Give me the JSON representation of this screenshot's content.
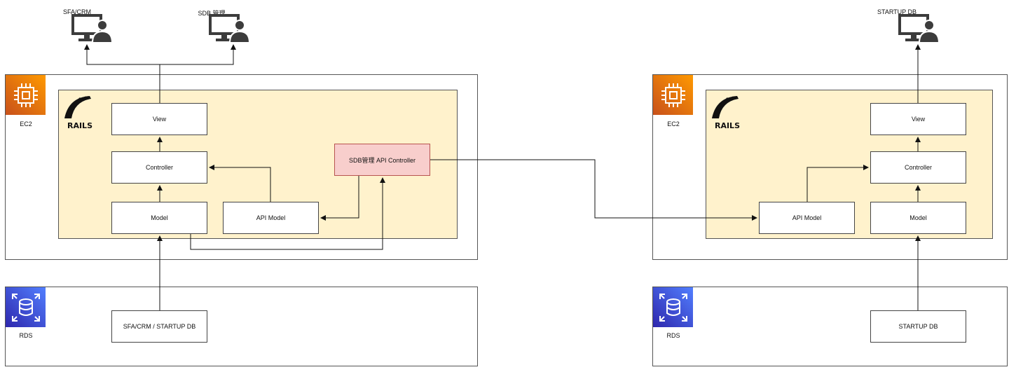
{
  "left": {
    "users": [
      {
        "label": "SFA/CRM",
        "icon": "user-computer-icon"
      },
      {
        "label": "SDB 管理",
        "icon": "user-computer-icon"
      }
    ],
    "ec2": {
      "label": "EC2",
      "icon": "ec2-icon"
    },
    "rails": {
      "icon": "rails-logo"
    },
    "view": "View",
    "controller": "Controller",
    "model": "Model",
    "api_model": "API Model",
    "sdb_api_controller": "SDB管理 API Controller",
    "rds": {
      "label": "RDS",
      "icon": "rds-icon"
    },
    "db": "SFA/CRM / STARTUP DB"
  },
  "right": {
    "users": [
      {
        "label": "STARTUP DB",
        "icon": "user-computer-icon"
      }
    ],
    "ec2": {
      "label": "EC2",
      "icon": "ec2-icon"
    },
    "rails": {
      "icon": "rails-logo"
    },
    "view": "View",
    "controller": "Controller",
    "model": "Model",
    "api_model": "API Model",
    "rds": {
      "label": "RDS",
      "icon": "rds-icon"
    },
    "db": "STARTUP DB"
  },
  "colors": {
    "rails_bg": "#fff2cc",
    "highlight_bg": "#f8cecc",
    "ec2_gradient": [
      "#c8511b",
      "#ff9900"
    ],
    "rds_gradient": [
      "#2e27ad",
      "#527fff"
    ]
  }
}
